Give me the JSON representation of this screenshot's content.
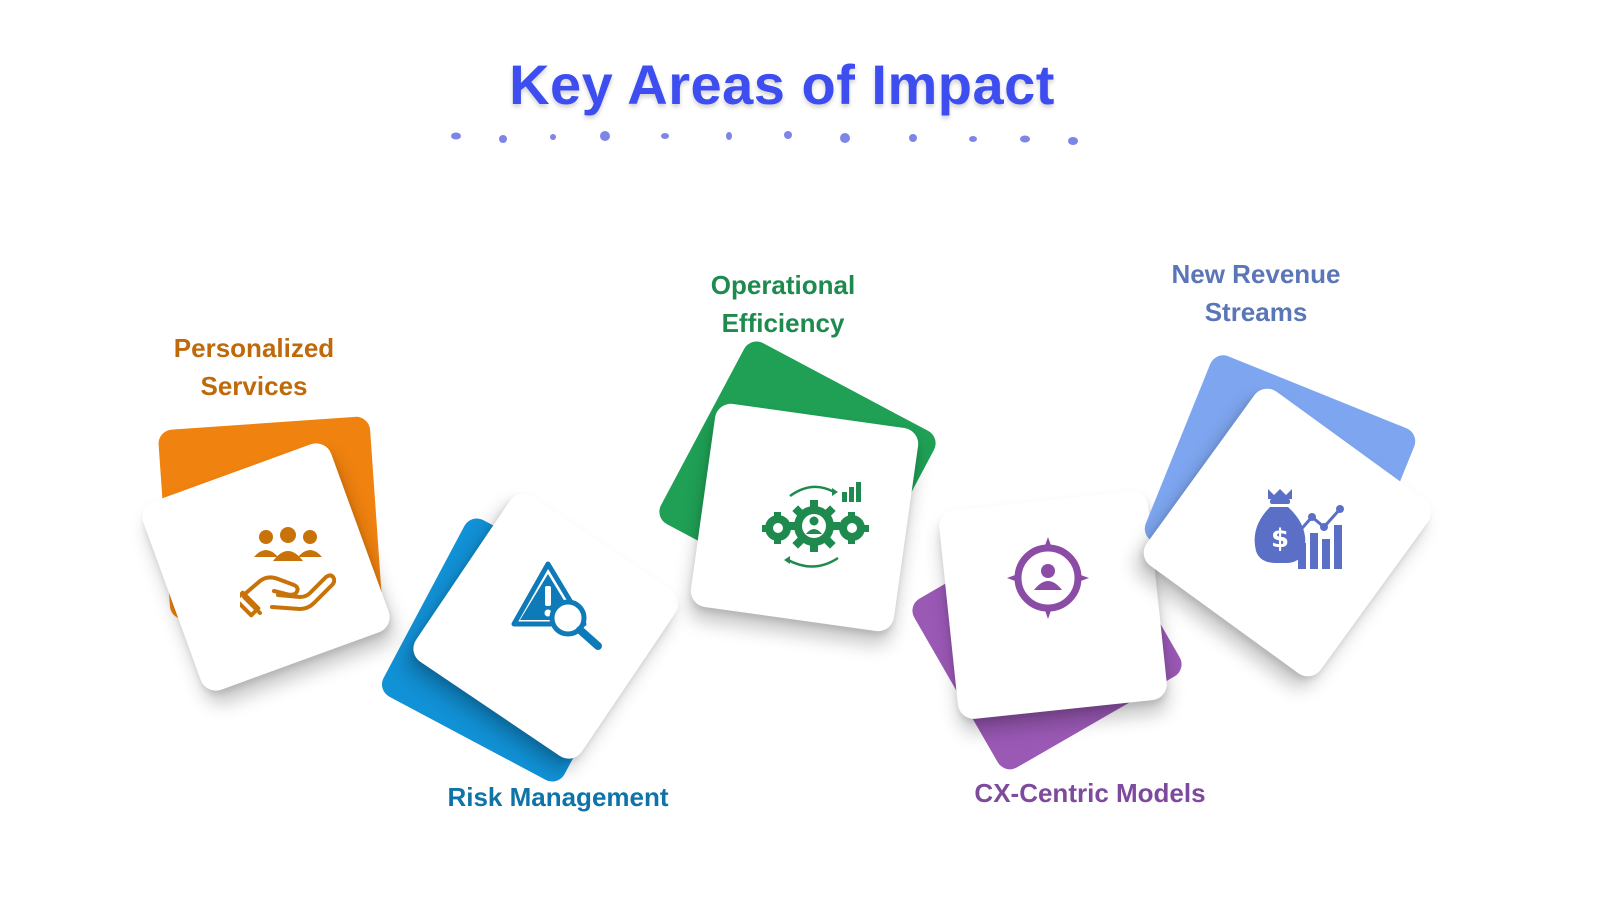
{
  "title": "Key Areas of Impact",
  "colors": {
    "title": "#3d4df0",
    "dots": "#7d86e8",
    "personalized": "#f0820f",
    "risk": "#1191d6",
    "operational": "#1fa055",
    "cx": "#9b59b6",
    "revenue": "#7ea6f0",
    "icon_personalized": "#c8730a",
    "icon_risk": "#0e7bb8",
    "icon_operational": "#1e8a4e",
    "icon_cx": "#8b4ca6",
    "icon_revenue": "#5c6fc6"
  },
  "areas": [
    {
      "id": "personalized",
      "label_line1": "Personalized",
      "label_line2": "Services",
      "icon": "hand-with-people-icon",
      "label_color": "#bf6a0a"
    },
    {
      "id": "risk",
      "label_line1": "Risk Management",
      "label_line2": "",
      "icon": "warning-magnifier-icon",
      "label_color": "#0e74a8"
    },
    {
      "id": "operational",
      "label_line1": "Operational",
      "label_line2": "Efficiency",
      "icon": "gears-person-chart-icon",
      "label_color": "#1e8a4e"
    },
    {
      "id": "cx",
      "label_line1": "CX-Centric Models",
      "label_line2": "",
      "icon": "target-person-icon",
      "label_color": "#7e4a9e"
    },
    {
      "id": "revenue",
      "label_line1": "New Revenue",
      "label_line2": "Streams",
      "icon": "money-bag-chart-icon",
      "label_color": "#5a76b8"
    }
  ]
}
